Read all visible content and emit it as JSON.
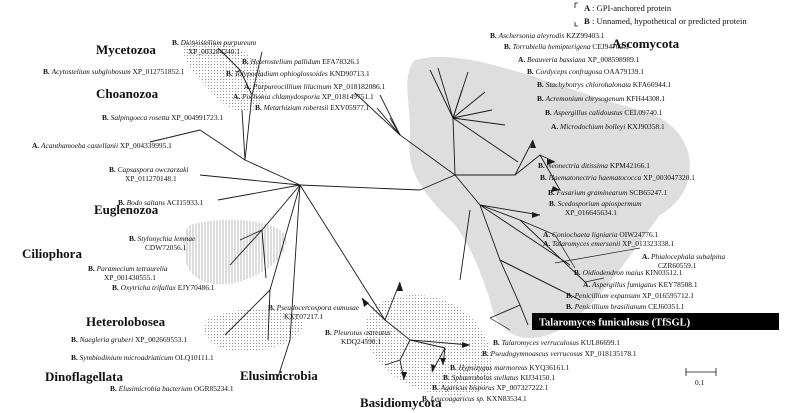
{
  "legend": {
    "a_key": "A",
    "a_text": ": GPI-anchored protein",
    "b_key": "B",
    "b_text": ": Unnamed, hypothetical or predicted protein"
  },
  "groups": {
    "mycetozoa": "Mycetozoa",
    "choanozoa": "Choanozoa",
    "euglenozoa": "Euglenozoa",
    "ciliophora": "Ciliophora",
    "heterolobosea": "Heterolobosea",
    "dinoflagellata": "Dinoflagellata",
    "elusimicrobia": "Elusimicrobia",
    "basidiomycota": "Basidiomycota",
    "ascomycota": "Ascomycota"
  },
  "scale": {
    "label": "0.1"
  },
  "highlight": {
    "label": "Talaromyces funiculosus (TfSGL)"
  },
  "taxa": [
    {
      "id": "dictyostelium",
      "prefix": "B.",
      "name": "Dictyostelium purpureum",
      "acc": "XP_003284240.1",
      "line2": true
    },
    {
      "id": "acytostelium",
      "prefix": "B.",
      "name": "Acytostelium subglobosum",
      "acc": "XP_012751852.1",
      "line2": false
    },
    {
      "id": "heterostelium",
      "prefix": "B.",
      "name": "Heterostelium pallidum",
      "acc": "EFA78326.1",
      "line2": false
    },
    {
      "id": "salpingoeca",
      "prefix": "B.",
      "name": "Salpingoeca rosetta",
      "acc": "XP_004991723.1",
      "line2": false
    },
    {
      "id": "acanthamoeba",
      "prefix": "A.",
      "name": "Acanthamoeba castellanii",
      "acc": "XP_004339995.1",
      "line2": false
    },
    {
      "id": "capsaspora",
      "prefix": "B.",
      "name": "Capsaspora owczarzaki",
      "acc": "XP_011270148.1",
      "line2": true
    },
    {
      "id": "bodo",
      "prefix": "B.",
      "name": "Bodo saltans",
      "acc": "ACI15933.1",
      "line2": false
    },
    {
      "id": "stylonychia",
      "prefix": "B.",
      "name": "Stylonychia lemnae",
      "acc": "CDW72056.1",
      "line2": true
    },
    {
      "id": "paramecium",
      "prefix": "B.",
      "name": "Paramecium tetraurelia",
      "acc": "XP_001430555.1",
      "line2": true
    },
    {
      "id": "oxytricha",
      "prefix": "B.",
      "name": "Oxytricha trifallax",
      "acc": "EJY70486.1",
      "line2": false
    },
    {
      "id": "naegleria",
      "prefix": "B.",
      "name": "Naegleria gruberi",
      "acc": "XP_002669553.1",
      "line2": false
    },
    {
      "id": "symbiodinium",
      "prefix": "B.",
      "name": "Symbiodinium microadriaticum",
      "acc": "OLQ10111.1",
      "line2": false
    },
    {
      "id": "elusimicrobia_bact",
      "prefix": "B.",
      "name": "Elusimicrobia bacterium",
      "acc": "OGR85234.1",
      "line2": false
    },
    {
      "id": "tolypocladium",
      "prefix": "B.",
      "name": "Tolypocladium ophioglossoides",
      "acc": "KND90713.1",
      "line2": false
    },
    {
      "id": "purpureocillium",
      "prefix": "A.",
      "name": "Purpureocillium lilacinum",
      "acc": "XP_018182086.1",
      "line2": false
    },
    {
      "id": "pochonia",
      "prefix": "A.",
      "name": "Pochonia chlamydosporia",
      "acc": "XP_018149751.1",
      "line2": false
    },
    {
      "id": "metarhizium",
      "prefix": "B.",
      "name": "Metarhizium robertsii",
      "acc": "EXV05977.1",
      "line2": false
    },
    {
      "id": "aschersonia",
      "prefix": "B.",
      "name": "Aschersonia aleyrodis",
      "acc": "KZZ99403.1",
      "line2": false
    },
    {
      "id": "torrubiella",
      "prefix": "B.",
      "name": "Torrubiella hemipterigena",
      "acc": "CEJ94702.1",
      "line2": false
    },
    {
      "id": "beauveria",
      "prefix": "A.",
      "name": "Beauveria bassiana",
      "acc": "XP_008598989.1",
      "line2": false
    },
    {
      "id": "cordyceps",
      "prefix": "B.",
      "name": "Cordyceps confragosa",
      "acc": "OAA79139.1",
      "line2": false
    },
    {
      "id": "stachybotrys",
      "prefix": "B.",
      "name": "Stachybotrys chlorohalonata",
      "acc": "KFA66944.1",
      "line2": false
    },
    {
      "id": "acremonium",
      "prefix": "B.",
      "name": "Acremonium chrysogenum",
      "acc": "KFH44308.1",
      "line2": false
    },
    {
      "id": "aspergillus_cal",
      "prefix": "B.",
      "name": "Aspergillus calidoustus",
      "acc": "CEL09740.1",
      "line2": false
    },
    {
      "id": "microdochium",
      "prefix": "A.",
      "name": "Microdochium bolleyi",
      "acc": "KXJ90358.1",
      "line2": false
    },
    {
      "id": "neonectria",
      "prefix": "B.",
      "name": "Neonectria ditissima",
      "acc": "KPM42166.1",
      "line2": false
    },
    {
      "id": "haematonectria",
      "prefix": "B.",
      "name": "Haematonectria haematococca",
      "acc": "XP_003047320.1",
      "line2": false
    },
    {
      "id": "fusarium",
      "prefix": "B.",
      "name": "Fusarium graminearum",
      "acc": "SCB65247.1",
      "line2": false
    },
    {
      "id": "scedosporium",
      "prefix": "B.",
      "name": "Scedosporium apiospermum",
      "acc": "XP_016645634.1",
      "line2": true
    },
    {
      "id": "coniochaeta",
      "prefix": "A.",
      "name": "Coniochaeta ligniaria",
      "acc": "OIW24776.1",
      "line2": false
    },
    {
      "id": "talaromyces_em",
      "prefix": "A.",
      "name": "Talaromyces emersonii",
      "acc": "XP_013323338.1",
      "line2": false
    },
    {
      "id": "phialocephala",
      "prefix": "A.",
      "name": "Phialocephala subalpina",
      "acc": "CZR60559.1",
      "line2": true
    },
    {
      "id": "oidiodendron",
      "prefix": "B.",
      "name": "Oidiodendron maius",
      "acc": "KIN03512.1",
      "line2": false
    },
    {
      "id": "aspergillus_fum",
      "prefix": "A.",
      "name": "Aspergillus fumigatus",
      "acc": "KEY78508.1",
      "line2": false
    },
    {
      "id": "penicillium_exp",
      "prefix": "B.",
      "name": "Penicillium expansum",
      "acc": "XP_016595712.1",
      "line2": false
    },
    {
      "id": "penicillium_bra",
      "prefix": "B.",
      "name": "Penicillium brasilianum",
      "acc": "CEJ60351.1",
      "line2": false
    },
    {
      "id": "talaromyces_ver",
      "prefix": "B.",
      "name": "Talaromyces verruculosus",
      "acc": "KUL86699.1",
      "line2": false
    },
    {
      "id": "pseudogymnoascus",
      "prefix": "B.",
      "name": "Pseudogymnoascus verrucosus",
      "acc": "XP_018135178.1",
      "line2": false
    },
    {
      "id": "pseudocercospora",
      "prefix": "B.",
      "name": "Pseudocercospora eumusae",
      "acc": "KXT07217.1",
      "line2": true
    },
    {
      "id": "pleurotus",
      "prefix": "B.",
      "name": "Pleurotus ostreatus",
      "acc": "KDQ24590.1",
      "line2": true
    },
    {
      "id": "hypsizygus",
      "prefix": "B.",
      "name": "Hypsizygus marmoreus",
      "acc": "KYQ36161.1",
      "line2": false
    },
    {
      "id": "sphaerobolus",
      "prefix": "B.",
      "name": "Sphaerobolus stellatus",
      "acc": "KIJ34150.1",
      "line2": false
    },
    {
      "id": "agaricus",
      "prefix": "B.",
      "name": "Agaricus bisporus",
      "acc": "XP_007327222.1",
      "line2": false
    },
    {
      "id": "leucoagaricus",
      "prefix": "B.",
      "name": "Leucoagaricus sp.",
      "acc": "KXN83534.1",
      "line2": false
    }
  ]
}
